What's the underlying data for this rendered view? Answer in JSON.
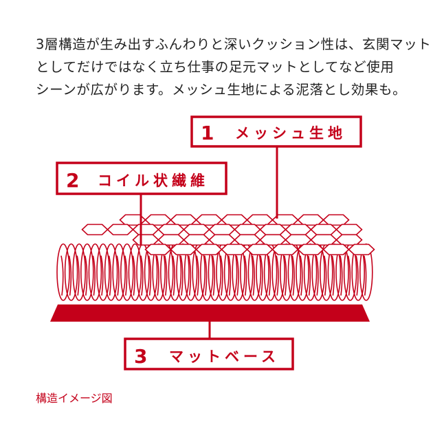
{
  "description": {
    "lines": [
      "3層構造が生み出すふんわりと深いクッション性は、玄関マット",
      "としてだけではなく立ち仕事の足元マットとしてなど使用",
      "シーンが広がります。メッシュ生地による泥落とし効果も。"
    ]
  },
  "layers": [
    {
      "number": "1",
      "name": "メッシュ生地"
    },
    {
      "number": "2",
      "name": "コイル状繊維"
    },
    {
      "number": "3",
      "name": "マットベース"
    }
  ],
  "caption": "構造イメージ図",
  "colors": {
    "accent": "#c4001a",
    "text": "#222222"
  }
}
